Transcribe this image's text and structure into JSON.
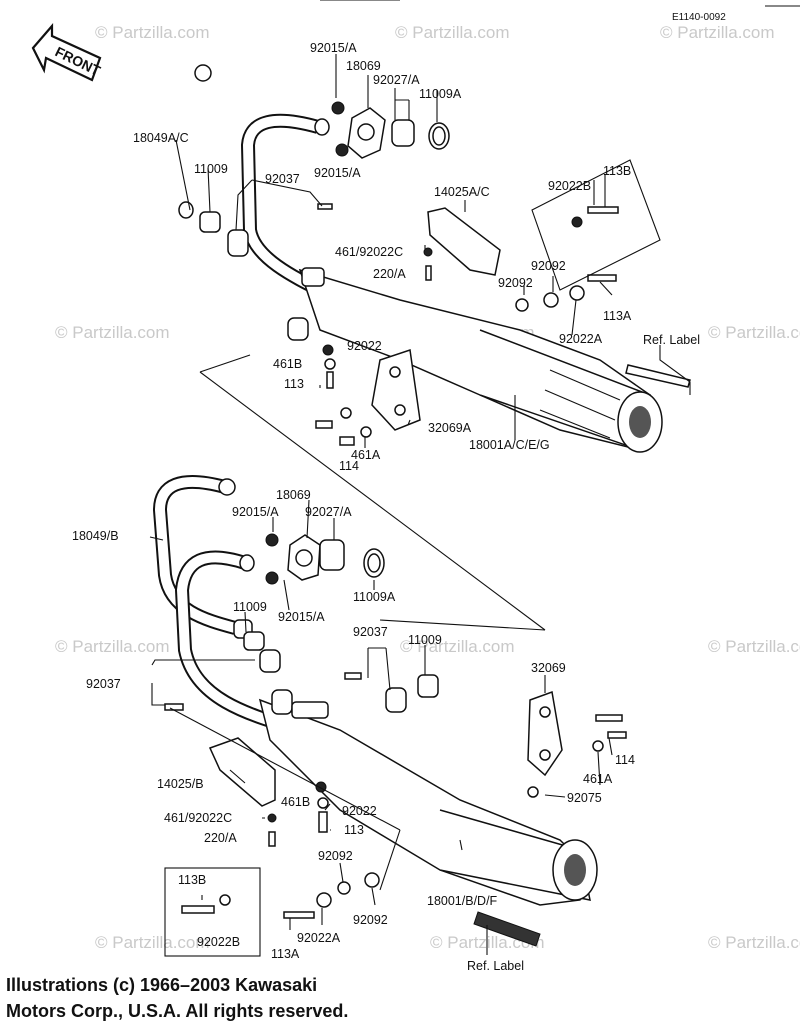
{
  "diagram_code": "E1140-0092",
  "front_arrow": "FRONT",
  "watermark": "© Partzilla.com",
  "labels": {
    "92015A_1": "92015/A",
    "18069_1": "18069",
    "92027A_1": "92027/A",
    "11009A_1": "11009A",
    "92015A_2": "92015/A",
    "18049AC": "18049A/C",
    "11009_1": "11009",
    "92037_1": "92037",
    "14025AC": "14025A/C",
    "461_92022C_1": "461/92022C",
    "220A_1": "220/A",
    "92022B_1": "92022B",
    "113B_1": "113B",
    "92092_1": "92092",
    "92092_2": "92092",
    "113A_1": "113A",
    "92022A_1": "92022A",
    "ref_label_1": "Ref.  Label",
    "92022_1": "92022",
    "461B_1": "461B",
    "113_1": "113",
    "32069A": "32069A",
    "461A_1": "461A",
    "114_1": "114",
    "18001ACEG": "18001A/C/E/G",
    "18069_2": "18069",
    "92015A_3": "92015/A",
    "92027A_2": "92027/A",
    "18049B": "18049/B",
    "11009A_2": "11009A",
    "11009_2": "11009",
    "92015A_4": "92015/A",
    "92037_2": "92037",
    "11009_3": "11009",
    "92037_3": "92037",
    "32069": "32069",
    "114_2": "114",
    "461A_2": "461A",
    "92075": "92075",
    "14025B": "14025/B",
    "461B_2": "461B",
    "92022_2": "92022",
    "461_92022C_2": "461/92022C",
    "113_2": "113",
    "220A_2": "220/A",
    "92092_3": "92092",
    "18001BDF": "18001/B/D/F",
    "113B_2": "113B",
    "92092_4": "92092",
    "92022B_2": "92022B",
    "92022A_2": "92022A",
    "113A_2": "113A",
    "ref_label_2": "Ref.  Label"
  },
  "footer": {
    "line1": "Illustrations (c) 1966–2003 Kawasaki",
    "line2": "Motors Corp., U.S.A.  All rights reserved."
  }
}
